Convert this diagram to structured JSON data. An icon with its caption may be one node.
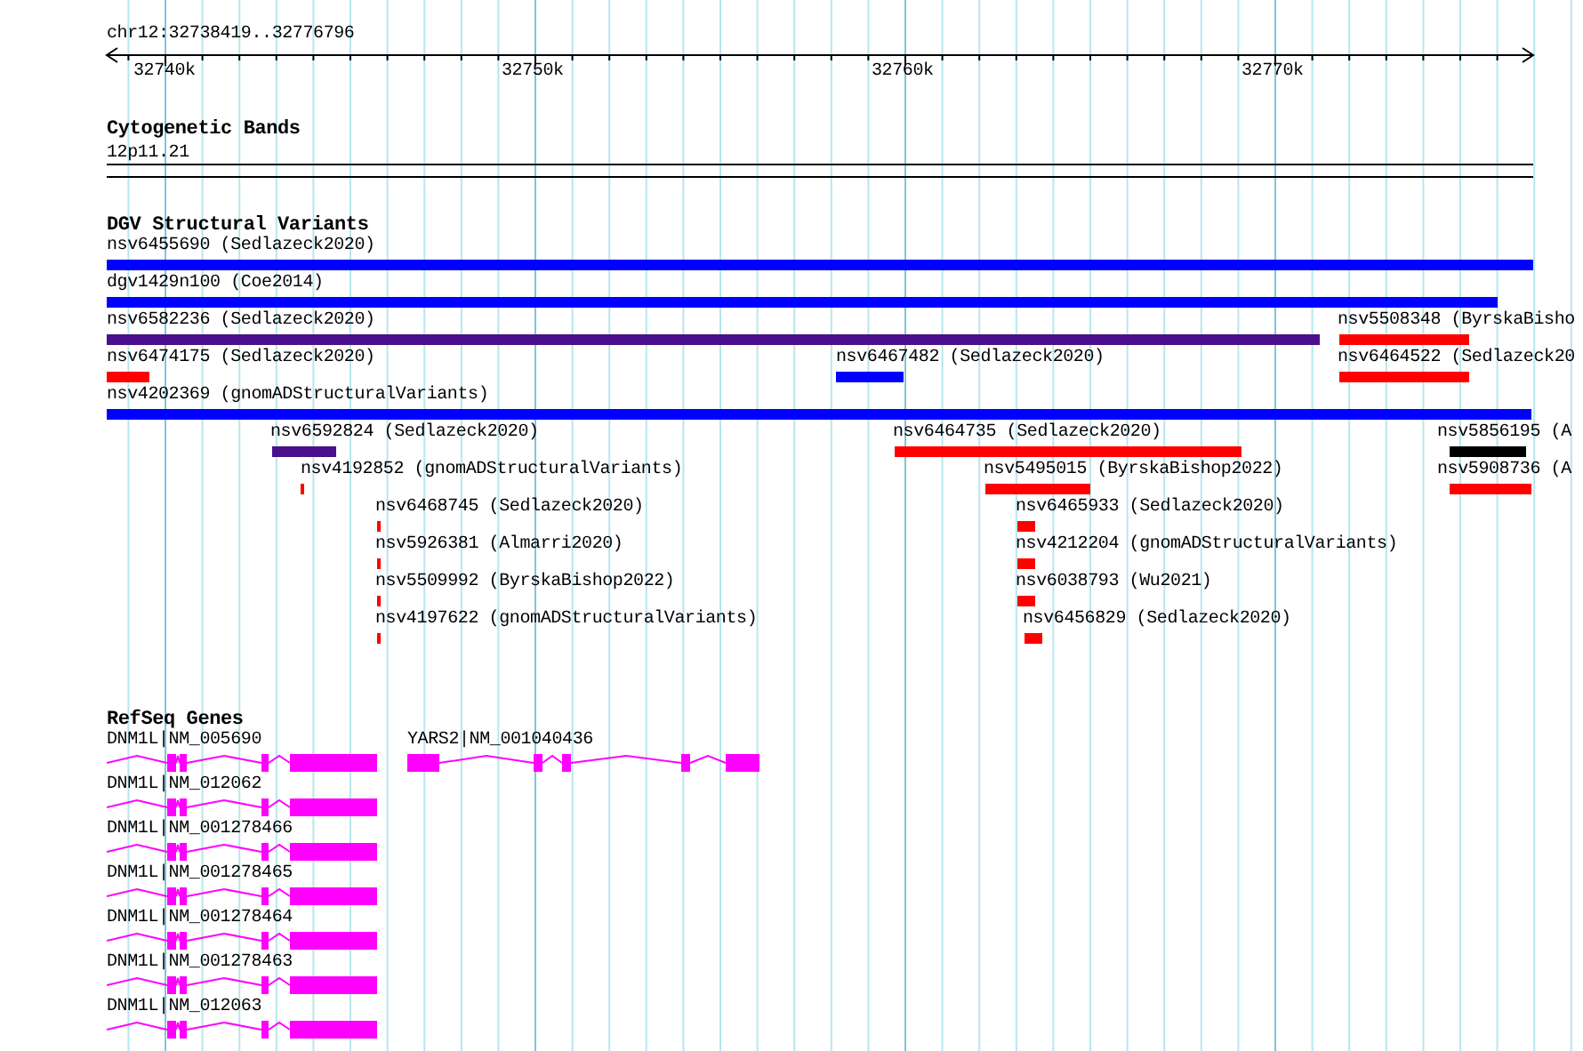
{
  "diagram": {
    "nodes": [
      {
        "text": [
          "nsv6455690 (Sedlazeck2020)"
        ]
      },
      {
        "text": [
          "dgv1429n100 (Coe2014)"
        ]
      },
      {
        "text": [
          "nsv6582236 (Sedlazeck2020)"
        ]
      },
      {
        "text": [
          "nsv5508348 (ByrskaBisho"
        ]
      },
      {
        "text": [
          "nsv6474175 (Sedlazeck2020)"
        ]
      },
      {
        "text": [
          "nsv6467482 (Sedlazeck2020)"
        ]
      },
      {
        "text": [
          "nsv6464522 (Sedlazeck20"
        ]
      },
      {
        "text": [
          "nsv4202369 (gnomADStructuralVariants)"
        ]
      },
      {
        "text": [
          "nsv6592824 (Sedlazeck2020)"
        ]
      },
      {
        "text": [
          "nsv6464735 (Sedlazeck2020)"
        ]
      },
      {
        "text": [
          "nsv5856195 (A"
        ]
      },
      {
        "text": [
          "nsv4192852 (gnomADStructuralVariants)"
        ]
      },
      {
        "text": [
          "nsv5495015 (ByrskaBishop2022)"
        ]
      },
      {
        "text": [
          "nsv5908736 (A"
        ]
      },
      {
        "text": [
          "nsv6468745 (Sedlazeck2020)"
        ]
      },
      {
        "text": [
          "nsv6465933 (Sedlazeck2020)"
        ]
      },
      {
        "text": [
          "nsv5926381 (Almarri2020)"
        ]
      },
      {
        "text": [
          "nsv4212204 (gnomADStructuralVariants)"
        ]
      },
      {
        "text": [
          "nsv5509992 (ByrskaBishop2022)"
        ]
      },
      {
        "text": [
          "nsv6038793 (Wu2021)"
        ]
      },
      {
        "text": [
          "nsv4197622 (gnomADStructuralVariants)"
        ]
      },
      {
        "text": [
          "nsv6456829 (Sedlazeck2020)"
        ]
      },
      {
        "text": [
          "DNM1L|NM_005690"
        ]
      },
      {
        "text": [
          "YARS2|NM_001040436"
        ]
      },
      {
        "text": [
          "DNM1L|NM_012062"
        ]
      },
      {
        "text": [
          "DNM1L|NM_001278466"
        ]
      },
      {
        "text": [
          "DNM1L|NM_001278465"
        ]
      },
      {
        "text": [
          "DNM1L|NM_001278464"
        ]
      },
      {
        "text": [
          "DNM1L|NM_001278463"
        ]
      },
      {
        "text": [
          "DNM1L|NM_012063"
        ]
      }
    ],
    "edges": [],
    "labels": [
      "chr12:32738419..32776796",
      "32740k",
      "32750k",
      "32760k",
      "32770k",
      "Cytogenetic Bands",
      "12p11.21",
      "DGV Structural Variants",
      "RefSeq Genes"
    ]
  }
}
